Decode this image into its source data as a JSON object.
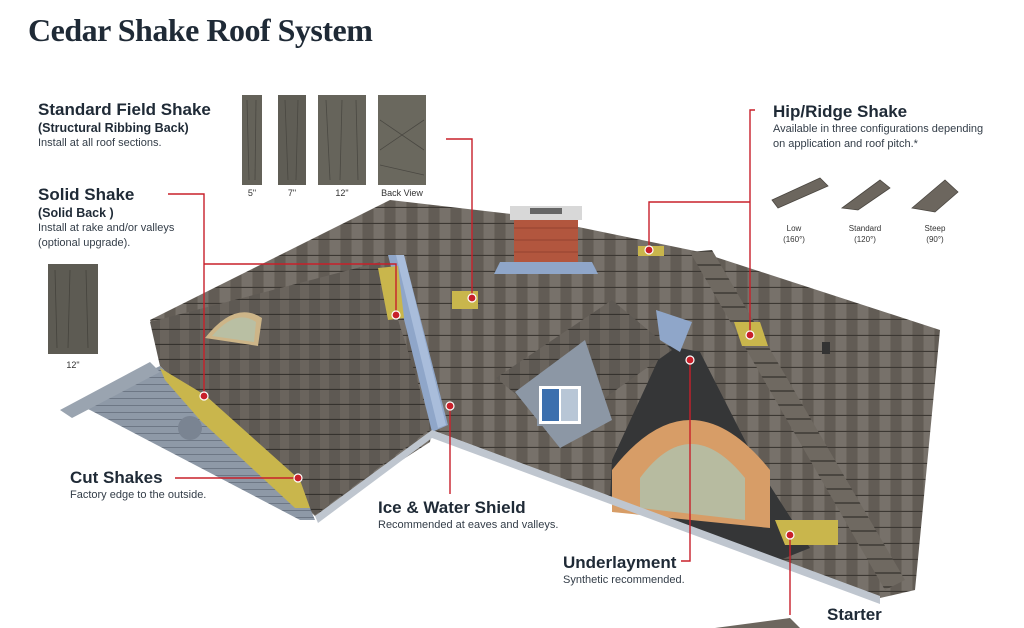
{
  "title": "Cedar Shake Roof System",
  "callouts": {
    "standard_field": {
      "heading": "Standard Field Shake",
      "subheading": "(Structural Ribbing Back)",
      "description": "Install at all roof sections."
    },
    "solid": {
      "heading": "Solid Shake",
      "subheading": "(Solid Back )",
      "description_line1": "Install at rake and/or valleys",
      "description_line2": "(optional upgrade)."
    },
    "hip_ridge": {
      "heading": "Hip/Ridge Shake",
      "description_line1": "Available in three configurations depending",
      "description_line2": "on application and roof pitch.*"
    },
    "cut": {
      "heading": "Cut Shakes",
      "description": "Factory edge to the outside."
    },
    "ice_water": {
      "heading": "Ice & Water Shield",
      "description": "Recommended at eaves and valleys."
    },
    "underlayment": {
      "heading": "Underlayment",
      "description": "Synthetic recommended."
    },
    "starter": {
      "heading": "Starter"
    }
  },
  "shake_samples": [
    {
      "label": "5\""
    },
    {
      "label": "7\""
    },
    {
      "label": "12\""
    },
    {
      "label": "Back View"
    }
  ],
  "solid_sample": {
    "label": "12\""
  },
  "ridge_samples": [
    {
      "name": "Low",
      "angle": "(160°)"
    },
    {
      "name": "Standard",
      "angle": "(120°)"
    },
    {
      "name": "Steep",
      "angle": "(90°)"
    }
  ],
  "colors": {
    "accent_red": "#c8202a",
    "shingle": "#6c665e",
    "felt_yellow": "#c9b64c",
    "ice_shield": "#8fa6c9",
    "navy_text": "#1f2a36"
  }
}
